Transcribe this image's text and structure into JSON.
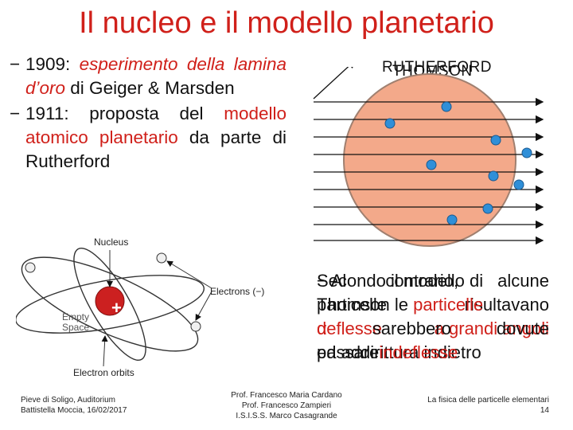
{
  "title": "Il nucleo e il modello planetario",
  "bullets": [
    {
      "dash": "−",
      "year": "1909: ",
      "italic_red": "esperimento della lamina d’oro",
      "rest": " di Geiger & Marsden"
    },
    {
      "dash": "−",
      "prefix": "1911: proposta del ",
      "red": "modello atomico planetario",
      "rest": " da parte di Rutherford"
    }
  ],
  "diagram": {
    "label_rutherford": "RUTHERFORD",
    "label_thomson": "THOMSON",
    "colors": {
      "sphere": "#f3a98a",
      "sphere_edge": "#a08070",
      "electron": "#2f8fd8",
      "arrow": "#111111"
    }
  },
  "atom": {
    "nucleus_label": "Nucleus",
    "plus_sign": "+",
    "empty_space_label": "Empty\nSpace",
    "electrons_label": "Electrons (−)",
    "orbits_label": "Electron orbits"
  },
  "overlay_text": {
    "rutherford": {
      "l1": [
        "− Al",
        "contrario,",
        "alcune"
      ],
      "l2": [
        "particelle",
        "risultavano"
      ],
      "l3": [
        "deflesse",
        "a grandi angoli"
      ],
      "l4": [
        "ed addirittura indietro"
      ]
    },
    "thomson": {
      "l1": [
        "Secondo il modello di"
      ],
      "l2": [
        "Thomson le ",
        "particelle"
      ],
      "l3": [
        "α",
        " sarebbero",
        "dovute"
      ],
      "l4": [
        "passare ",
        "indeflesse"
      ]
    }
  },
  "footer": {
    "left_line1": "Pieve di Soligo, Auditorium",
    "left_line2": "Battistella Moccia, 16/02/2017",
    "center_line1": "Prof. Francesco Maria Cardano",
    "center_line2": "Prof. Francesco Zampieri",
    "center_line3": "I.S.I.S.S. Marco Casagrande",
    "right_line1": "La fisica delle particelle elementari",
    "right_line2": "14"
  }
}
